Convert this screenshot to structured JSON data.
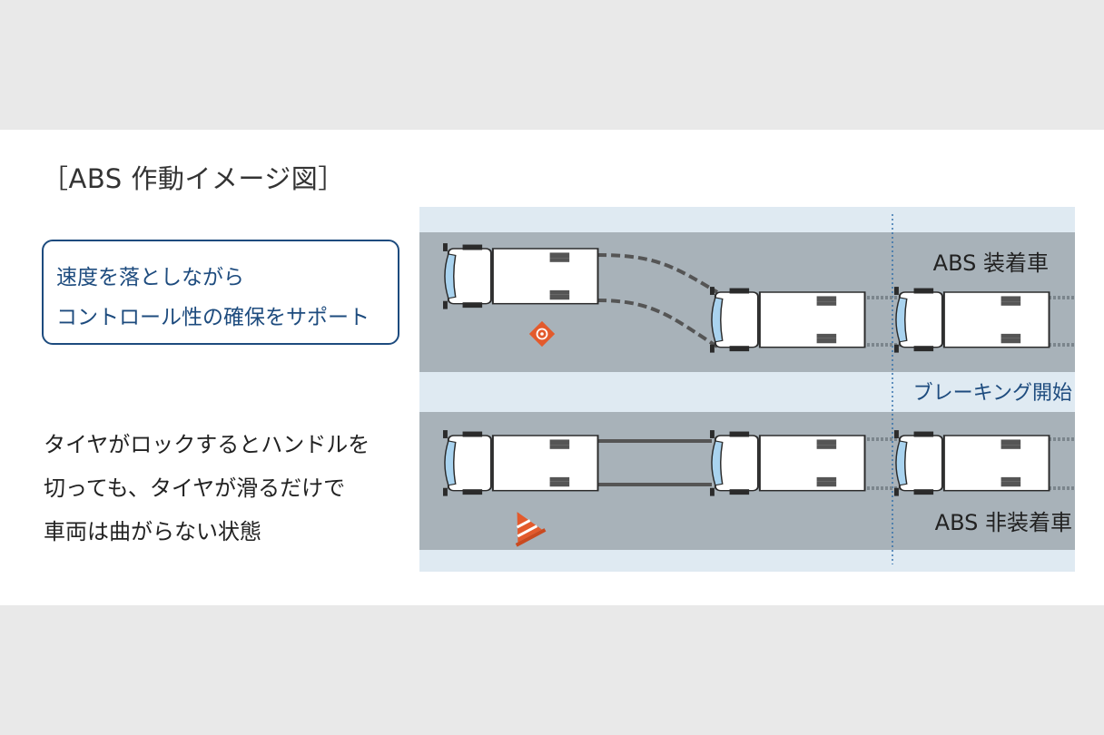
{
  "title": "［ABS 作動イメージ図］",
  "callout": {
    "line1": "速度を落としながら",
    "line2": "コントロール性の確保をサポート"
  },
  "description": {
    "line1": "タイヤがロックするとハンドルを",
    "line2": "切っても、タイヤが滑るだけで",
    "line3": "車両は曲がらない状態"
  },
  "diagram": {
    "label_abs": "ABS 装着車",
    "label_braking": "ブレーキング開始",
    "label_non_abs": "ABS 非装着車",
    "colors": {
      "road": "#a8b2b9",
      "road_shoulder": "#dfeaf2",
      "accent_blue": "#1d4b7e",
      "cone": "#e35a2c",
      "text_dark": "#222222"
    }
  }
}
